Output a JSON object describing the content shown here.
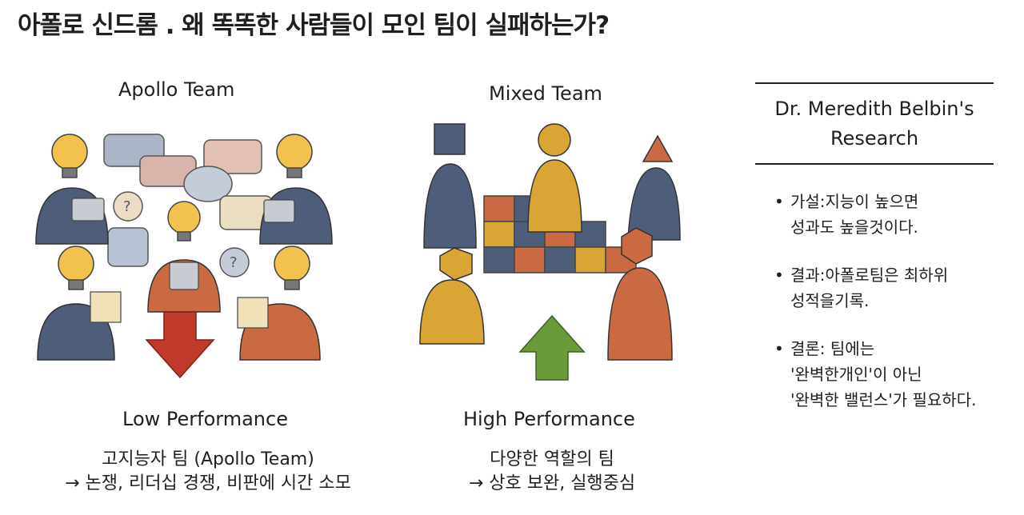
{
  "title": "아폴로 신드롬 . 왜 똑똑한 사람들이 모인 팀이 실패하는가?",
  "apollo": {
    "heading": "Apollo Team",
    "performance": "Low Performance",
    "desc_line1": "고지능자 팀 (Apollo Team)",
    "desc_line2": "→ 논쟁, 리더십 경쟁, 비판에 시간 소모"
  },
  "mixed": {
    "heading": "Mixed Team",
    "performance": "High Performance",
    "desc_line1": "다양한 역할의 팀",
    "desc_line2": "→ 상호 보완, 실행중심"
  },
  "research": {
    "title_line1": "Dr. Meredith Belbin's",
    "title_line2": "Research",
    "bullet_symbol": "•",
    "bullets": [
      {
        "line1": "가설:지능이 높으면",
        "line2": "성과도 높을것이다."
      },
      {
        "line1": "결과:아폴로팀은 최하위",
        "line2": "성적을기록."
      },
      {
        "line1": "결론: 팀에는",
        "line2": "'완벽한개인'이 아닌",
        "line3": "'완벽한 밸런스'가 필요하다."
      }
    ]
  },
  "colors": {
    "bulb": "#f2c14e",
    "arrow_down": "#c0392b",
    "arrow_up": "#6a9a3a",
    "person_blue": "#4a5a78",
    "person_orange": "#c96a42",
    "person_yellow": "#d9a636"
  }
}
